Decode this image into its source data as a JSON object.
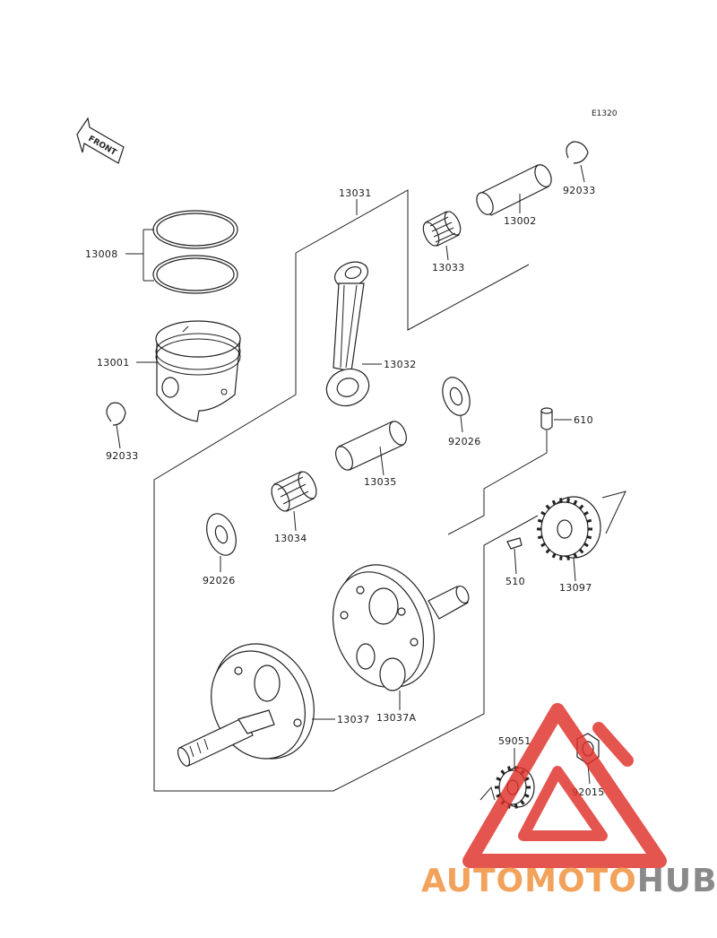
{
  "diagram": {
    "code": "E1320",
    "front_label": "FRONT",
    "parts": [
      {
        "id": "13031",
        "label": "13031"
      },
      {
        "id": "13002",
        "label": "13002"
      },
      {
        "id": "92033a",
        "label": "92033"
      },
      {
        "id": "13008",
        "label": "13008"
      },
      {
        "id": "13033",
        "label": "13033"
      },
      {
        "id": "13001",
        "label": "13001"
      },
      {
        "id": "13032",
        "label": "13032"
      },
      {
        "id": "92033b",
        "label": "92033"
      },
      {
        "id": "92026a",
        "label": "92026"
      },
      {
        "id": "610",
        "label": "610"
      },
      {
        "id": "13035",
        "label": "13035"
      },
      {
        "id": "13034",
        "label": "13034"
      },
      {
        "id": "92026b",
        "label": "92026"
      },
      {
        "id": "510",
        "label": "510"
      },
      {
        "id": "13097",
        "label": "13097"
      },
      {
        "id": "13037",
        "label": "13037"
      },
      {
        "id": "13037A",
        "label": "13037A"
      },
      {
        "id": "59051",
        "label": "59051"
      },
      {
        "id": "92015",
        "label": "92015"
      }
    ]
  },
  "watermark": {
    "text_a": "AUTOMOTO",
    "text_b": "HUB",
    "color_a": "#f2a25a",
    "color_b": "#8a8a8a",
    "triangle_color": "#e0302a"
  }
}
